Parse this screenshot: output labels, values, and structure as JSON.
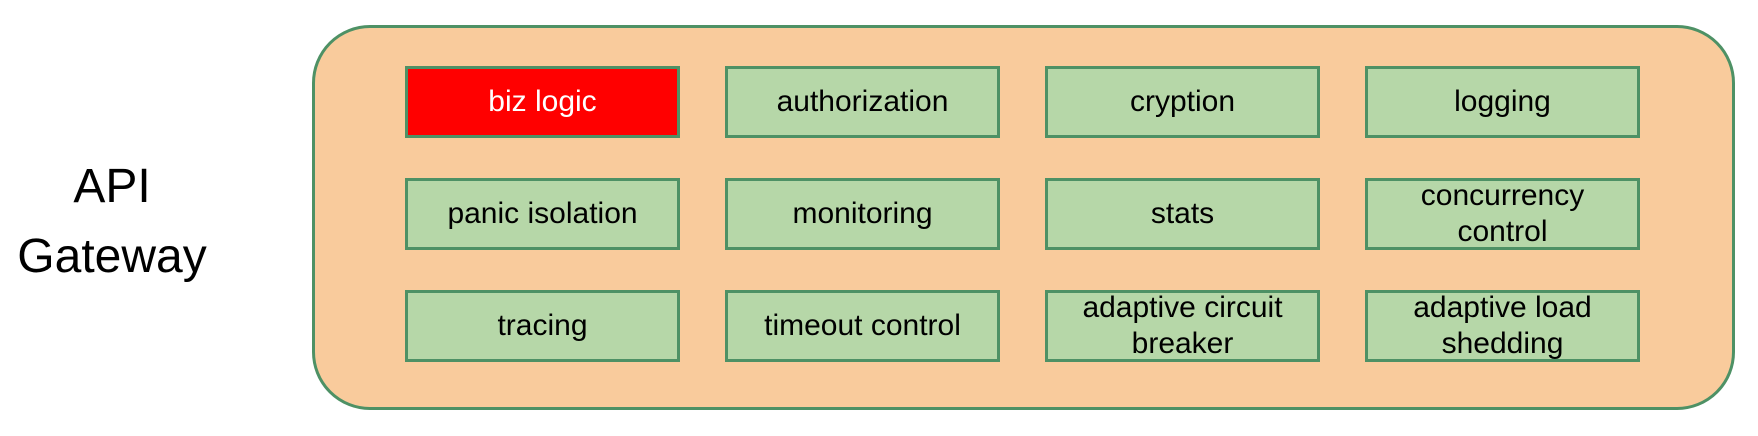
{
  "gateway": {
    "label": "API Gateway",
    "modules": [
      {
        "label": "biz logic",
        "highlighted": true
      },
      {
        "label": "authorization",
        "highlighted": false
      },
      {
        "label": "cryption",
        "highlighted": false
      },
      {
        "label": "logging",
        "highlighted": false
      },
      {
        "label": "panic isolation",
        "highlighted": false
      },
      {
        "label": "monitoring",
        "highlighted": false
      },
      {
        "label": "stats",
        "highlighted": false
      },
      {
        "label": "concurrency control",
        "highlighted": false
      },
      {
        "label": "tracing",
        "highlighted": false
      },
      {
        "label": "timeout control",
        "highlighted": false
      },
      {
        "label": "adaptive circuit breaker",
        "highlighted": false
      },
      {
        "label": "adaptive load shedding",
        "highlighted": false
      }
    ]
  },
  "colors": {
    "container_fill": "#f9cb9c",
    "border_green": "#4e9165",
    "box_fill": "#b6d7a8",
    "highlight_fill": "#ff0000",
    "highlight_text": "#ffffff",
    "text": "#000000"
  }
}
